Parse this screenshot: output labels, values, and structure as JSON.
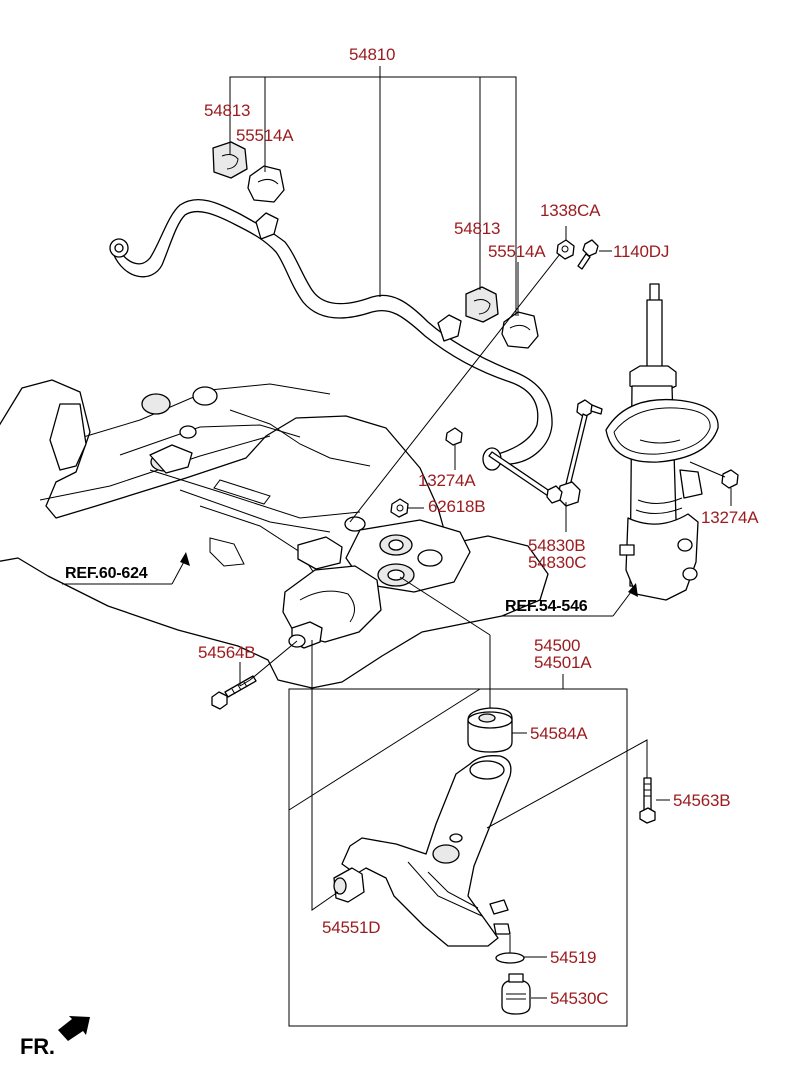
{
  "colors": {
    "part_label": "#9b1b1e",
    "reference_label": "#000000",
    "line": "#000000",
    "background": "#ffffff"
  },
  "labels": {
    "p54810": "54810",
    "p54813_left": "54813",
    "p55514A_left": "55514A",
    "p54813_right": "54813",
    "p55514A_right": "55514A",
    "p1338CA": "1338CA",
    "p1140DJ": "1140DJ",
    "p13274A_center": "13274A",
    "p13274A_right": "13274A",
    "p62618B": "62618B",
    "p54830B": "54830B",
    "p54830C": "54830C",
    "p54564B": "54564B",
    "p54500": "54500",
    "p54501A": "54501A",
    "p54584A": "54584A",
    "p54563B": "54563B",
    "p54551D": "54551D",
    "p54519": "54519",
    "p54530C": "54530C"
  },
  "references": {
    "ref_60_624": "REF.60-624",
    "ref_54_546": "REF.54-546"
  },
  "orientation": {
    "front_label": "FR.",
    "arrow_icon": "arrow-icon"
  }
}
